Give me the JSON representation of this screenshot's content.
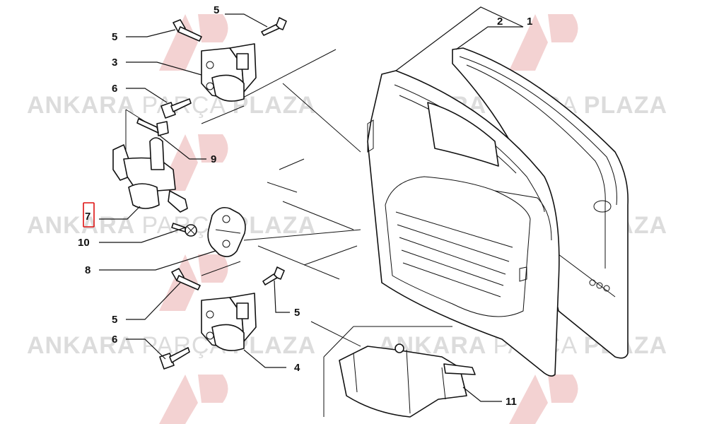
{
  "watermark": {
    "brand_a": "ANKARA ",
    "brand_b": "PARÇA ",
    "brand_c": "PLAZA",
    "color_main": "#dcdcdc",
    "color_logo": "#f3d2d2"
  },
  "callouts": {
    "c1": "1",
    "c2": "2",
    "c3": "3",
    "c4": "4",
    "c5a": "5",
    "c5b": "5",
    "c5c": "5",
    "c5d": "5",
    "c6a": "6",
    "c6b": "6",
    "c7": "7",
    "c8": "8",
    "c9": "9",
    "c10": "10",
    "c11": "11"
  },
  "highlight_color": "#d11111"
}
